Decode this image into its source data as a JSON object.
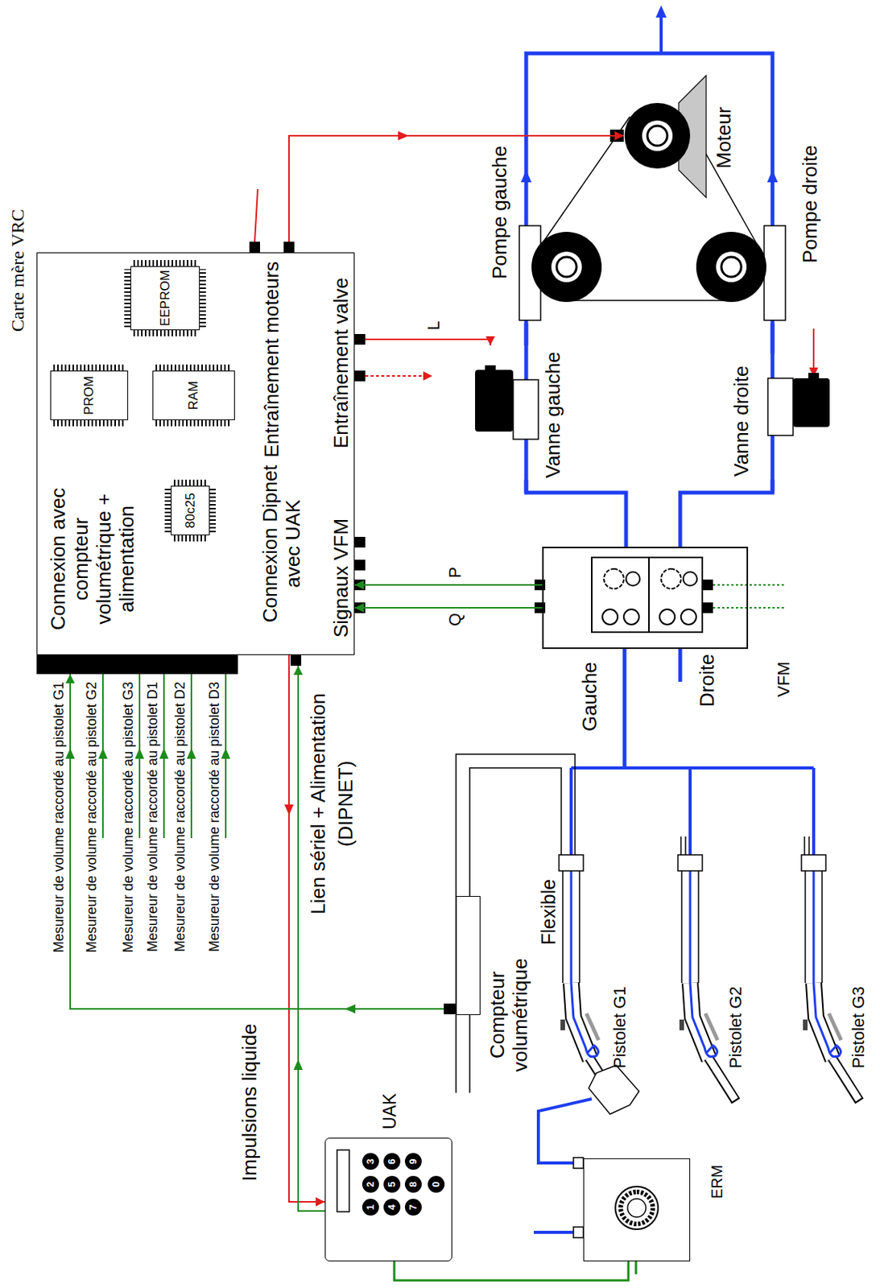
{
  "diagram": {
    "nodes": [
      {
        "text": [
          "Carte mère VRC",
          "Connexion avec compteur volumétrique + alimentation",
          "Connexion Dipnet avec UAK",
          "Signaux VFM",
          "Entraînement moteurs",
          "Entraînement valve"
        ]
      },
      {
        "text": [
          "80c25"
        ],
        "in": 0
      },
      {
        "text": [
          "PROM"
        ],
        "in": 0
      },
      {
        "text": [
          "RAM"
        ],
        "in": 0
      },
      {
        "text": [
          "EEPROM"
        ],
        "in": 0
      },
      {
        "text": [
          "Moteur"
        ]
      },
      {
        "text": [
          "Pompe gauche"
        ]
      },
      {
        "text": [
          "Pompe droite"
        ]
      },
      {
        "text": [
          "Vanne gauche"
        ]
      },
      {
        "text": [
          "Vanne droite"
        ]
      },
      {
        "text": [
          "VFM"
        ]
      },
      {
        "text": [
          "Compteur volumétrique"
        ]
      },
      {
        "text": [
          "UAK"
        ]
      },
      {
        "text": [
          "1"
        ],
        "in": 12
      },
      {
        "text": [
          "2"
        ],
        "in": 12
      },
      {
        "text": [
          "3"
        ],
        "in": 12
      },
      {
        "text": [
          "4"
        ],
        "in": 12
      },
      {
        "text": [
          "5"
        ],
        "in": 12
      },
      {
        "text": [
          "6"
        ],
        "in": 12
      },
      {
        "text": [
          "7"
        ],
        "in": 12
      },
      {
        "text": [
          "8"
        ],
        "in": 12
      },
      {
        "text": [
          "9"
        ],
        "in": 12
      },
      {
        "text": [
          "0"
        ],
        "in": 12
      },
      {
        "text": [
          "ERM"
        ]
      }
    ],
    "edges": [
      {
        "from": 10,
        "to": 0,
        "arrow": "to",
        "label": "P"
      },
      {
        "from": 10,
        "to": 0,
        "arrow": "to",
        "label": "Q"
      },
      {
        "from": 0,
        "to": 5,
        "arrow": "to"
      },
      {
        "from": 0,
        "to": 8,
        "arrow": "to",
        "label": "L"
      },
      {
        "from": 0,
        "to": 12,
        "arrow": "to"
      },
      {
        "from": 12,
        "to": 0,
        "arrow": "to"
      },
      {
        "from": 11,
        "to": 0,
        "arrow": "to"
      },
      {
        "from": 10,
        "to": 8,
        "arrow": "none"
      },
      {
        "from": 10,
        "to": 9,
        "arrow": "none"
      },
      {
        "from": 8,
        "to": 6,
        "arrow": "none"
      },
      {
        "from": 9,
        "to": 7,
        "arrow": "none"
      },
      {
        "from": 12,
        "to": 23,
        "arrow": "none"
      }
    ],
    "labels": [
      "Mesureur de volume raccordé au pistolet G1",
      "Mesureur de volume raccordé au pistolet G2",
      "Mesureur de volume raccordé au pistolet G3",
      "Mesureur de volume raccordé au pistolet D1",
      "Mesureur de volume raccordé au pistolet D2",
      "Mesureur de volume raccordé au pistolet D3",
      "Impulsions liquide",
      "Lien sériel + Alimentation (DIPNET)",
      "Flexible",
      "Pistolet G1",
      "Pistolet G2",
      "Pistolet G3",
      "Gauche",
      "Droite"
    ]
  }
}
